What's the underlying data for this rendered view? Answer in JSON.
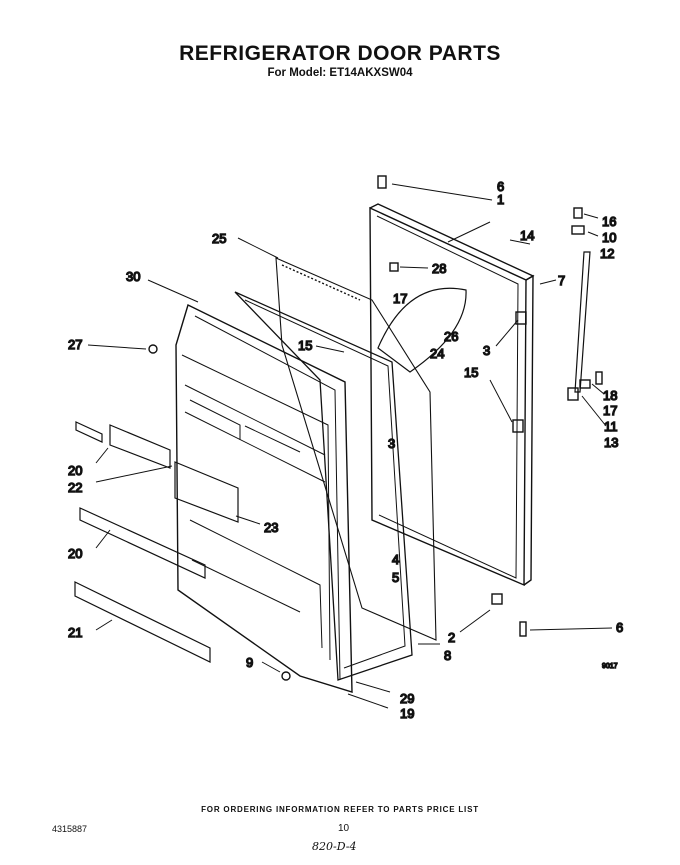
{
  "title": "REFRIGERATOR DOOR PARTS",
  "subtitle": "For Model: ET14AKXSW04",
  "diagram_code": "9017",
  "footer": {
    "ordering_note": "FOR ORDERING INFORMATION REFER TO PARTS PRICE LIST",
    "doc_number": "4315887",
    "page_number": "10",
    "handwritten": "820-D-4"
  },
  "callouts": {
    "c1": "1",
    "c2": "2",
    "c3a": "3",
    "c3b": "3",
    "c4": "4",
    "c5": "5",
    "c6a": "6",
    "c6b": "6",
    "c7": "7",
    "c8": "8",
    "c9": "9",
    "c10": "10",
    "c11": "11",
    "c12": "12",
    "c13": "13",
    "c14": "14",
    "c15a": "15",
    "c15b": "15",
    "c16": "16",
    "c17a": "17",
    "c17b": "17",
    "c18": "18",
    "c19": "19",
    "c20a": "20",
    "c20b": "20",
    "c21": "21",
    "c22": "22",
    "c23": "23",
    "c24": "24",
    "c25": "25",
    "c26": "26",
    "c27": "27",
    "c28": "28",
    "c29": "29",
    "c30": "30"
  }
}
